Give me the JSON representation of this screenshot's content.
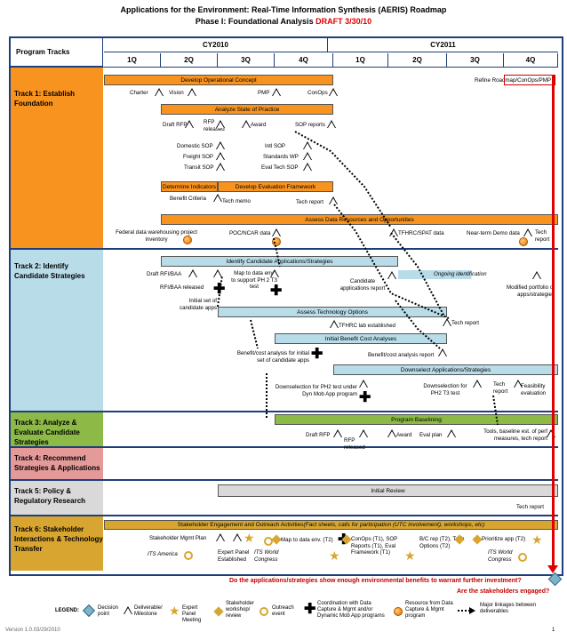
{
  "header": {
    "title": "Applications for the Environment: Real-Time Information Synthesis (AERIS) Roadmap",
    "subtitle_main": "Phase I: Foundational Analysis",
    "subtitle_draft": "DRAFT 3/30/10"
  },
  "timeline": {
    "program_tracks_label": "Program Tracks",
    "years": [
      "CY2010",
      "CY2011"
    ],
    "quarters": [
      "1Q",
      "2Q",
      "3Q",
      "4Q",
      "1Q",
      "2Q",
      "3Q",
      "4Q"
    ]
  },
  "tracks": [
    {
      "label": "Track 1: Establish Foundation",
      "color": "#f7931e"
    },
    {
      "label": "Track 2: Identify Candidate Strategies",
      "color": "#b8dce8"
    },
    {
      "label": "Track 3: Analyze & Evaluate Candidate Strategies",
      "color": "#8db946"
    },
    {
      "label": "Track 4: Recommend Strategies & Applications",
      "color": "#e59a9a"
    },
    {
      "label": "Track 5: Policy & Regulatory Research",
      "color": "#d9d9d9"
    },
    {
      "label": "Track 6: Stakeholder Interactions & Technology Transfer",
      "color": "#d8a630"
    }
  ],
  "t1": {
    "bar_concept": "Develop Operational Concept",
    "refine": "Refine Roadmap/ConOps/PMP",
    "charter": "Charter",
    "vision": "Vision",
    "pmp": "PMP",
    "conops": "ConOps",
    "bar_sop": "Analyze State of Practice",
    "draft_rfp": "Draft RFP",
    "rfp_released": "RFP released",
    "award": "Award",
    "sop_reports": "SOP reports",
    "domestic_sop": "Domestic SOP",
    "freight_sop": "Freight SOP",
    "transit_sop": "Transit SOP",
    "intl_sop": "Intl SOP",
    "standards_wp": "Standards WP",
    "evaltech_sop": "Eval Tech SOP",
    "bar_indicators": "Determine Indicators",
    "bar_eval": "Develop Evaluation Framework",
    "benefit_criteria": "Benefit Criteria",
    "tech_memo": "Tech memo",
    "tech_report": "Tech report",
    "bar_data": "Assess Data Resources and Opportunities",
    "fed_data": "Federal data warehousing project inventory",
    "poc_ncar": "POC/NCAR data",
    "tfhrc_spat": "TFHRC/SPAT data",
    "near_term": "Near-term Demo data",
    "tech_report2": "Tech report"
  },
  "t2": {
    "bar_identify": "Identify Candidate Applications/Strategies",
    "ongoing": "Ongoing identification",
    "draft_rfi": "Draft RFI/BAA",
    "rfi_released": "RFI/BAA released",
    "initial_set": "Initial set of candidate apps",
    "map_data": "Map to data env. to support PH 2 T3 test",
    "candidate_report": "Candidate applications report",
    "modified": "Modified portfolio of apps/strategies",
    "bar_tech": "Assess Technology Options",
    "tfhrc_lab": "TFHRC lab established",
    "tech_report": "Tech report",
    "bar_benefit": "Initial Benefit Cost Analyses",
    "benefit_cost": "Benefit/cost analysis for initial set of candidate apps",
    "bc_report": "Benefit/cost analysis report",
    "bar_downselect": "Downselect Applications/Strategies",
    "downsel_under": "Downselection for PH2 test under Dyn Mob App program",
    "downsel_t3": "Downselection for PH2 T3 test",
    "tech_report2": "Tech report",
    "feasibility": "Feasibility evaluation"
  },
  "t3": {
    "bar": "Program Baselining",
    "draft_rfp": "Draft RFP",
    "rfp_released": "RFP released",
    "award": "Award",
    "eval_plan": "Eval plan",
    "tools": "Tools, baseline est. of perf measures, tech report"
  },
  "t5": {
    "bar": "Initial Review",
    "tech_report": "Tech report"
  },
  "t6": {
    "bar": "Stakeholder Engagement and Outreach Activities",
    "bar_italic": " (Fact sheets, calls for participation (UTC involvement), workshops, etc)",
    "mgmt_plan": "Stakeholder Mgmt Plan",
    "its_america": "ITS America",
    "expert_panel": "Expert Panel Established",
    "its_world": "ITS World Congress",
    "map_data": "Map to data env. (T2)",
    "conops": "ConOps (T1), SOP Reports (T1), Eval Framework (T1)",
    "bc_rep": "B/C rep (T2), Tech Options (T2)",
    "prioritize": "Prioritize app (T2)",
    "its_world2": "ITS World Congress"
  },
  "questions": {
    "q1": "Do the applications/strategies show enough environmental benefits to warrant further investment?",
    "q2": "Are the stakeholders engaged?"
  },
  "legend": {
    "title": "LEGEND:",
    "decision": "Decision point",
    "deliverable": "Deliverable/ Milestone",
    "expert": "Expert Panel Meeting",
    "workshop": "Stakeholder workshop/ review",
    "outreach": "Outreach event",
    "coordination": "Coordination with Data Capture & Mgmt and/or Dynamic Mob App programs",
    "resource": "Resource from Data Capture & Mgmt program",
    "linkages": "Major linkages between deliverables"
  },
  "version": "Version 1.0.03/29/2010"
}
